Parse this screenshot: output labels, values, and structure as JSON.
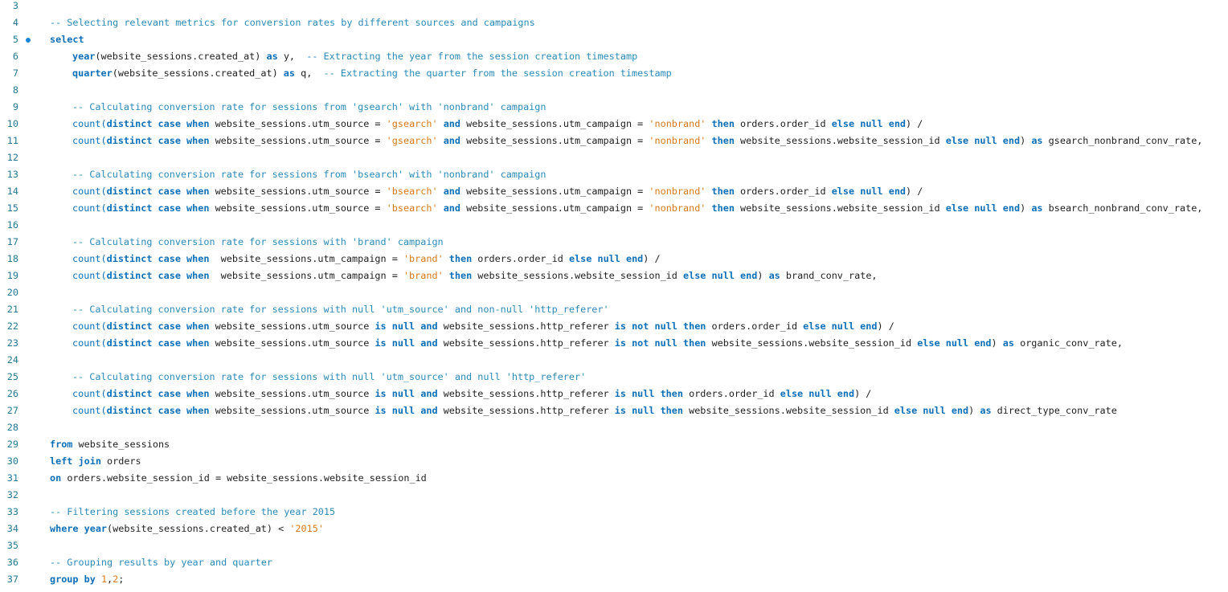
{
  "lines": [
    {
      "n": "3",
      "indent": 0,
      "tokens": []
    },
    {
      "n": "4",
      "indent": 0,
      "tokens": [
        [
          "cm",
          "-- Selecting relevant metrics for conversion rates by different sources and campaigns"
        ]
      ]
    },
    {
      "n": "5",
      "indent": 0,
      "marker": true,
      "tokens": [
        [
          "kw",
          "select"
        ]
      ]
    },
    {
      "n": "6",
      "indent": 1,
      "tokens": [
        [
          "kw",
          "year"
        ],
        [
          "id",
          "(website_sessions.created_at) "
        ],
        [
          "kw",
          "as"
        ],
        [
          "id",
          " y,  "
        ],
        [
          "cm",
          "-- Extracting the year from the session creation timestamp"
        ]
      ]
    },
    {
      "n": "7",
      "indent": 1,
      "tokens": [
        [
          "kw",
          "quarter"
        ],
        [
          "id",
          "(website_sessions.created_at) "
        ],
        [
          "kw",
          "as"
        ],
        [
          "id",
          " q,  "
        ],
        [
          "cm",
          "-- Extracting the quarter from the session creation timestamp"
        ]
      ]
    },
    {
      "n": "8",
      "indent": 0,
      "tokens": []
    },
    {
      "n": "9",
      "indent": 1,
      "tokens": [
        [
          "cm",
          "-- Calculating conversion rate for sessions from 'gsearch' with 'nonbrand' campaign"
        ]
      ]
    },
    {
      "n": "10",
      "indent": 1,
      "tokens": [
        [
          "fn",
          "count("
        ],
        [
          "kw",
          "distinct case when"
        ],
        [
          "id",
          " website_sessions.utm_source = "
        ],
        [
          "st",
          "'gsearch'"
        ],
        [
          "id",
          " "
        ],
        [
          "kw",
          "and"
        ],
        [
          "id",
          " website_sessions.utm_campaign = "
        ],
        [
          "st",
          "'nonbrand'"
        ],
        [
          "id",
          " "
        ],
        [
          "kw",
          "then"
        ],
        [
          "id",
          " orders.order_id "
        ],
        [
          "kw",
          "else null end"
        ],
        [
          "id",
          ") /"
        ]
      ]
    },
    {
      "n": "11",
      "indent": 1,
      "tokens": [
        [
          "fn",
          "count("
        ],
        [
          "kw",
          "distinct case when"
        ],
        [
          "id",
          " website_sessions.utm_source = "
        ],
        [
          "st",
          "'gsearch'"
        ],
        [
          "id",
          " "
        ],
        [
          "kw",
          "and"
        ],
        [
          "id",
          " website_sessions.utm_campaign = "
        ],
        [
          "st",
          "'nonbrand'"
        ],
        [
          "id",
          " "
        ],
        [
          "kw",
          "then"
        ],
        [
          "id",
          " website_sessions.website_session_id "
        ],
        [
          "kw",
          "else null end"
        ],
        [
          "id",
          ") "
        ],
        [
          "kw",
          "as"
        ],
        [
          "id",
          " gsearch_nonbrand_conv_rate,"
        ]
      ]
    },
    {
      "n": "12",
      "indent": 0,
      "tokens": []
    },
    {
      "n": "13",
      "indent": 1,
      "tokens": [
        [
          "cm",
          "-- Calculating conversion rate for sessions from 'bsearch' with 'nonbrand' campaign"
        ]
      ]
    },
    {
      "n": "14",
      "indent": 1,
      "tokens": [
        [
          "fn",
          "count("
        ],
        [
          "kw",
          "distinct case when"
        ],
        [
          "id",
          " website_sessions.utm_source = "
        ],
        [
          "st",
          "'bsearch'"
        ],
        [
          "id",
          " "
        ],
        [
          "kw",
          "and"
        ],
        [
          "id",
          " website_sessions.utm_campaign = "
        ],
        [
          "st",
          "'nonbrand'"
        ],
        [
          "id",
          " "
        ],
        [
          "kw",
          "then"
        ],
        [
          "id",
          " orders.order_id "
        ],
        [
          "kw",
          "else null end"
        ],
        [
          "id",
          ") /"
        ]
      ]
    },
    {
      "n": "15",
      "indent": 1,
      "tokens": [
        [
          "fn",
          "count("
        ],
        [
          "kw",
          "distinct case when"
        ],
        [
          "id",
          " website_sessions.utm_source = "
        ],
        [
          "st",
          "'bsearch'"
        ],
        [
          "id",
          " "
        ],
        [
          "kw",
          "and"
        ],
        [
          "id",
          " website_sessions.utm_campaign = "
        ],
        [
          "st",
          "'nonbrand'"
        ],
        [
          "id",
          " "
        ],
        [
          "kw",
          "then"
        ],
        [
          "id",
          " website_sessions.website_session_id "
        ],
        [
          "kw",
          "else null end"
        ],
        [
          "id",
          ") "
        ],
        [
          "kw",
          "as"
        ],
        [
          "id",
          " bsearch_nonbrand_conv_rate,"
        ]
      ]
    },
    {
      "n": "16",
      "indent": 0,
      "tokens": []
    },
    {
      "n": "17",
      "indent": 1,
      "tokens": [
        [
          "cm",
          "-- Calculating conversion rate for sessions with 'brand' campaign"
        ]
      ]
    },
    {
      "n": "18",
      "indent": 1,
      "tokens": [
        [
          "fn",
          "count("
        ],
        [
          "kw",
          "distinct case when"
        ],
        [
          "id",
          "  website_sessions.utm_campaign = "
        ],
        [
          "st",
          "'brand'"
        ],
        [
          "id",
          " "
        ],
        [
          "kw",
          "then"
        ],
        [
          "id",
          " orders.order_id "
        ],
        [
          "kw",
          "else null end"
        ],
        [
          "id",
          ") /"
        ]
      ]
    },
    {
      "n": "19",
      "indent": 1,
      "tokens": [
        [
          "fn",
          "count("
        ],
        [
          "kw",
          "distinct case when"
        ],
        [
          "id",
          "  website_sessions.utm_campaign = "
        ],
        [
          "st",
          "'brand'"
        ],
        [
          "id",
          " "
        ],
        [
          "kw",
          "then"
        ],
        [
          "id",
          " website_sessions.website_session_id "
        ],
        [
          "kw",
          "else null end"
        ],
        [
          "id",
          ") "
        ],
        [
          "kw",
          "as"
        ],
        [
          "id",
          " brand_conv_rate,"
        ]
      ]
    },
    {
      "n": "20",
      "indent": 0,
      "tokens": []
    },
    {
      "n": "21",
      "indent": 1,
      "tokens": [
        [
          "cm",
          "-- Calculating conversion rate for sessions with null 'utm_source' and non-null 'http_referer'"
        ]
      ]
    },
    {
      "n": "22",
      "indent": 1,
      "tokens": [
        [
          "fn",
          "count("
        ],
        [
          "kw",
          "distinct case when"
        ],
        [
          "id",
          " website_sessions.utm_source "
        ],
        [
          "kw",
          "is null and"
        ],
        [
          "id",
          " website_sessions.http_referer "
        ],
        [
          "kw",
          "is not null then"
        ],
        [
          "id",
          " orders.order_id "
        ],
        [
          "kw",
          "else null end"
        ],
        [
          "id",
          ") /"
        ]
      ]
    },
    {
      "n": "23",
      "indent": 1,
      "tokens": [
        [
          "fn",
          "count("
        ],
        [
          "kw",
          "distinct case when"
        ],
        [
          "id",
          " website_sessions.utm_source "
        ],
        [
          "kw",
          "is null and"
        ],
        [
          "id",
          " website_sessions.http_referer "
        ],
        [
          "kw",
          "is not null then"
        ],
        [
          "id",
          " website_sessions.website_session_id "
        ],
        [
          "kw",
          "else null end"
        ],
        [
          "id",
          ") "
        ],
        [
          "kw",
          "as"
        ],
        [
          "id",
          " organic_conv_rate,"
        ]
      ]
    },
    {
      "n": "24",
      "indent": 0,
      "tokens": []
    },
    {
      "n": "25",
      "indent": 1,
      "tokens": [
        [
          "cm",
          "-- Calculating conversion rate for sessions with null 'utm_source' and null 'http_referer'"
        ]
      ]
    },
    {
      "n": "26",
      "indent": 1,
      "tokens": [
        [
          "fn",
          "count("
        ],
        [
          "kw",
          "distinct case when"
        ],
        [
          "id",
          " website_sessions.utm_source "
        ],
        [
          "kw",
          "is null and"
        ],
        [
          "id",
          " website_sessions.http_referer "
        ],
        [
          "kw",
          "is null then"
        ],
        [
          "id",
          " orders.order_id "
        ],
        [
          "kw",
          "else null end"
        ],
        [
          "id",
          ") /"
        ]
      ]
    },
    {
      "n": "27",
      "indent": 1,
      "tokens": [
        [
          "fn",
          "count("
        ],
        [
          "kw",
          "distinct case when"
        ],
        [
          "id",
          " website_sessions.utm_source "
        ],
        [
          "kw",
          "is null and"
        ],
        [
          "id",
          " website_sessions.http_referer "
        ],
        [
          "kw",
          "is null then"
        ],
        [
          "id",
          " website_sessions.website_session_id "
        ],
        [
          "kw",
          "else null end"
        ],
        [
          "id",
          ") "
        ],
        [
          "kw",
          "as"
        ],
        [
          "id",
          " direct_type_conv_rate"
        ]
      ]
    },
    {
      "n": "28",
      "indent": 0,
      "tokens": []
    },
    {
      "n": "29",
      "indent": 0,
      "tokens": [
        [
          "kw",
          "from"
        ],
        [
          "id",
          " website_sessions"
        ]
      ]
    },
    {
      "n": "30",
      "indent": 0,
      "tokens": [
        [
          "kw",
          "left join"
        ],
        [
          "id",
          " orders"
        ]
      ]
    },
    {
      "n": "31",
      "indent": 0,
      "tokens": [
        [
          "kw",
          "on"
        ],
        [
          "id",
          " orders.website_session_id = website_sessions.website_session_id"
        ]
      ]
    },
    {
      "n": "32",
      "indent": 0,
      "tokens": []
    },
    {
      "n": "33",
      "indent": 0,
      "tokens": [
        [
          "cm",
          "-- Filtering sessions created before the year 2015"
        ]
      ]
    },
    {
      "n": "34",
      "indent": 0,
      "tokens": [
        [
          "kw",
          "where year"
        ],
        [
          "id",
          "(website_sessions.created_at) < "
        ],
        [
          "st",
          "'2015'"
        ]
      ]
    },
    {
      "n": "35",
      "indent": 0,
      "tokens": []
    },
    {
      "n": "36",
      "indent": 0,
      "tokens": [
        [
          "cm",
          "-- Grouping results by year and quarter"
        ]
      ]
    },
    {
      "n": "37",
      "indent": 0,
      "tokens": [
        [
          "kw",
          "group by"
        ],
        [
          "id",
          " "
        ],
        [
          "nm",
          "1"
        ],
        [
          "id",
          ","
        ],
        [
          "nm",
          "2"
        ],
        [
          "id",
          ";"
        ]
      ]
    }
  ]
}
